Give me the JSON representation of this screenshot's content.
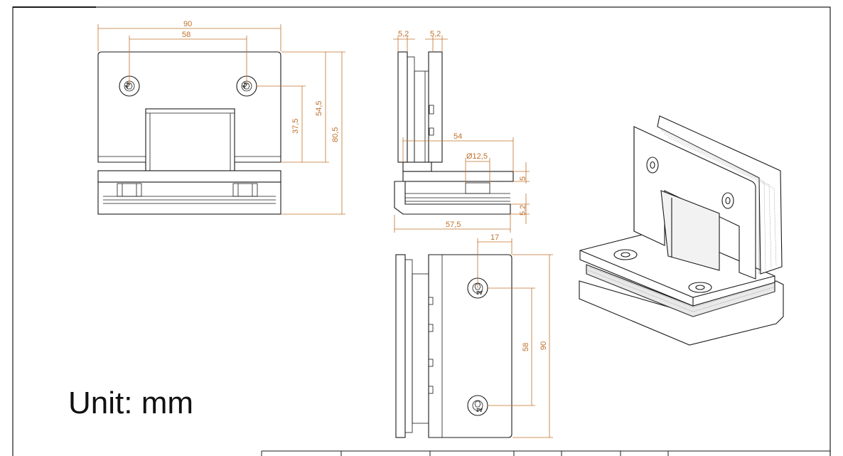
{
  "unit_label": "Unit: mm",
  "dimensions": {
    "front_width": "90",
    "hole_spacing": "58",
    "front_height_top": "54,5",
    "front_height_hole": "37,5",
    "front_height_total": "80,5",
    "side_thickness_left": "5,2",
    "side_thickness_right": "5,2",
    "side_depth": "54",
    "pin_diameter": "Ø12,5",
    "plate_thickness": "5",
    "plate_gap": "5,2",
    "side_total_depth": "57,5",
    "bottom_offset": "17",
    "bottom_hole_spacing": "58",
    "bottom_height": "90"
  },
  "screw_marks": [
    "A2",
    "A2",
    "A2",
    "A2"
  ]
}
